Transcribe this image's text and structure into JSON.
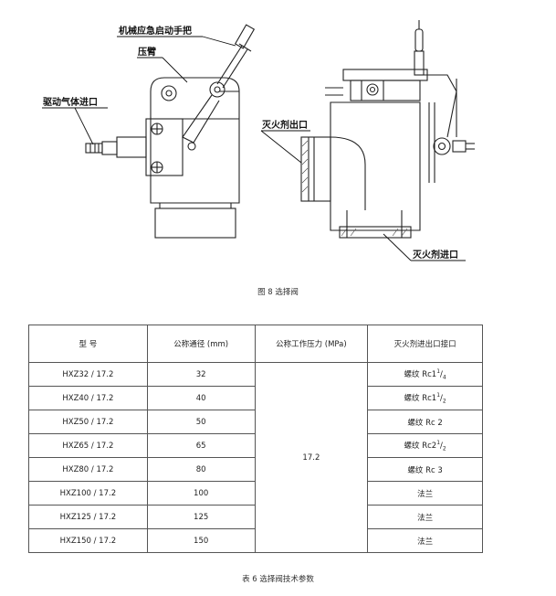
{
  "figure": {
    "labels": {
      "manual_handle": "机械应急启动手把",
      "press_arm": "压臂",
      "drive_gas_inlet": "驱动气体进口",
      "agent_outlet": "灭火剂出口",
      "agent_inlet": "灭火剂进口"
    },
    "caption": "图 8  选择阀"
  },
  "table": {
    "headers": {
      "model": "型  号",
      "nominal_diameter": "公称通径 (mm)",
      "working_pressure": "公称工作压力 (MPa)",
      "port": "灭火剂进出口接口"
    },
    "rows": [
      {
        "model": "HXZ32 / 17.2",
        "dn": "32",
        "port_main": "螺纹 Rc1",
        "port_num": "1",
        "port_den": "4"
      },
      {
        "model": "HXZ40 / 17.2",
        "dn": "40",
        "port_main": "螺纹 Rc1",
        "port_num": "1",
        "port_den": "2"
      },
      {
        "model": "HXZ50 / 17.2",
        "dn": "50",
        "port_main": "螺纹 Rc 2",
        "port_num": "",
        "port_den": ""
      },
      {
        "model": "HXZ65 / 17.2",
        "dn": "65",
        "port_main": "螺纹 Rc2",
        "port_num": "1",
        "port_den": "2"
      },
      {
        "model": "HXZ80 / 17.2",
        "dn": "80",
        "port_main": "螺纹 Rc 3",
        "port_num": "",
        "port_den": ""
      },
      {
        "model": "HXZ100 / 17.2",
        "dn": "100",
        "port_main": "法兰",
        "port_num": "",
        "port_den": ""
      },
      {
        "model": "HXZ125 / 17.2",
        "dn": "125",
        "port_main": "法兰",
        "port_num": "",
        "port_den": ""
      },
      {
        "model": "HXZ150 / 17.2",
        "dn": "150",
        "port_main": "法兰",
        "port_num": "",
        "port_den": ""
      }
    ],
    "shared_pressure": "17.2",
    "caption": "表 6  选择阀技术参数"
  }
}
